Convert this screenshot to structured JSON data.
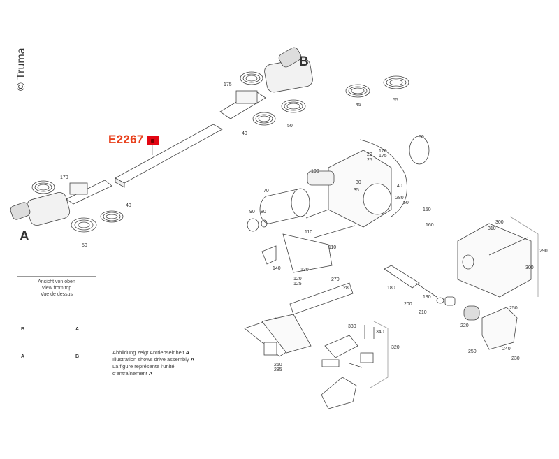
{
  "copyright": "© Truma",
  "assemblies": {
    "a": "A",
    "b": "B"
  },
  "highlight": {
    "code": "E2267",
    "color": "#e30613",
    "text_color": "#e8401c"
  },
  "inset": {
    "lines": [
      "Ansicht von oben",
      "View from top",
      "Vue de dessus"
    ],
    "markers": {
      "top_left": "B",
      "top_right": "A",
      "bottom_left": "A",
      "bottom_right": "B"
    }
  },
  "caption": {
    "line1": "Abbildung zeigt Antriebseinheit",
    "line2": "Illustration shows drive assembly",
    "line3": "La figure représente l'unité",
    "line4": "d'entraînement",
    "assembly": "A"
  },
  "part_labels": {
    "b175": "175",
    "b40": "40",
    "b50": "50",
    "a170": "170",
    "a40": "40",
    "a50": "50",
    "p45": "45",
    "p55": "55",
    "p60": "60",
    "p20": "20",
    "p25": "25",
    "p170": "170",
    "p175": "175",
    "p100": "100",
    "p30": "30",
    "p35": "35",
    "p40": "40",
    "p280": "280",
    "p50": "50",
    "p150": "150",
    "p160": "160",
    "p70": "70",
    "p90": "90",
    "p80": "80",
    "p110a": "110",
    "p110b": "110",
    "p140": "140",
    "p130": "130",
    "p120": "120",
    "p125": "125",
    "p270": "270",
    "p280b": "280",
    "p300a": "300",
    "p310": "310",
    "p290": "290",
    "p300b": "300",
    "p180": "180",
    "p190": "190",
    "p200": "200",
    "p210": "210",
    "p220": "220",
    "p250a": "250",
    "p250b": "250",
    "p240": "240",
    "p230": "230",
    "p260": "260",
    "p285": "285",
    "p330": "330",
    "p340": "340",
    "p320": "320"
  }
}
